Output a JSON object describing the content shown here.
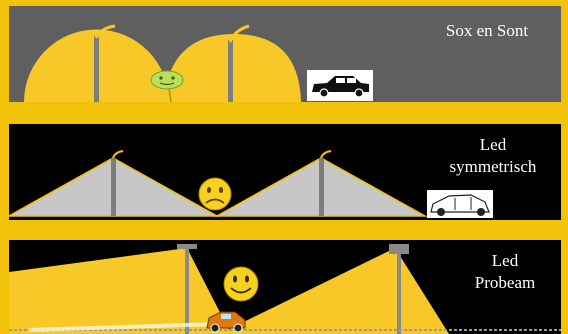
{
  "panels": [
    {
      "title_lines": [
        "Sox en Sont"
      ],
      "lamp": "sox-son",
      "mood": "neutral"
    },
    {
      "title_lines": [
        "Led",
        "symmetrisch"
      ],
      "lamp": "led-symmetric",
      "mood": "sad"
    },
    {
      "title_lines": [
        "Led",
        "Probeam"
      ],
      "lamp": "led-probeam",
      "mood": "happy"
    }
  ],
  "colors": {
    "slide_background": "#f2c20a",
    "panel1_background": "#5f5f5f",
    "panel2_background": "#000000",
    "panel3_background": "#000000",
    "sodium_light": "#f7c827",
    "led_light": "#c7c7c7",
    "probeam_light": "#f7c827",
    "pole": "#7d7d7d"
  },
  "icons": [
    "lamp-post-icon",
    "car-icon",
    "smiley-icon"
  ]
}
